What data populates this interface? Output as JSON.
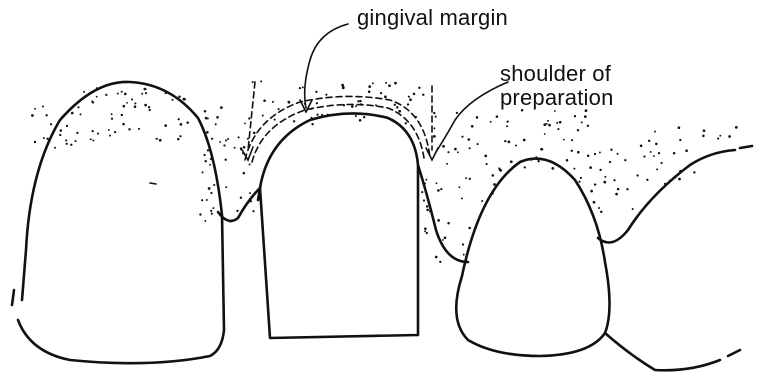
{
  "labels": {
    "gingival_margin": "gingival margin",
    "shoulder_line1": "shoulder of",
    "shoulder_line2": "preparation"
  },
  "colors": {
    "ink": "#111111",
    "background": "#ffffff"
  }
}
